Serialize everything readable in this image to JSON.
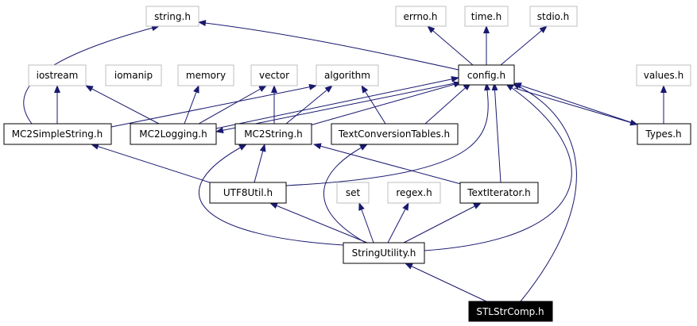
{
  "graph": {
    "colors": {
      "edge": "#191970",
      "box_border": "#000000",
      "ext_border": "#bfbfbf",
      "root_fill": "#000000",
      "root_text": "#ffffff"
    },
    "nodes": {
      "string_h": "string.h",
      "errno_h": "errno.h",
      "time_h": "time.h",
      "stdio_h": "stdio.h",
      "iostream": "iostream",
      "iomanip": "iomanip",
      "memory": "memory",
      "vector": "vector",
      "algorithm": "algorithm",
      "config_h": "config.h",
      "values_h": "values.h",
      "mc2simplestring_h": "MC2SimpleString.h",
      "mc2logging_h": "MC2Logging.h",
      "mc2string_h": "MC2String.h",
      "textconversiontables_h": "TextConversionTables.h",
      "types_h": "Types.h",
      "utf8util_h": "UTF8Util.h",
      "set": "set",
      "regex_h": "regex.h",
      "textiterator_h": "TextIterator.h",
      "stringutility_h": "StringUtility.h",
      "stlstrcomp_h": "STLStrComp.h"
    }
  }
}
